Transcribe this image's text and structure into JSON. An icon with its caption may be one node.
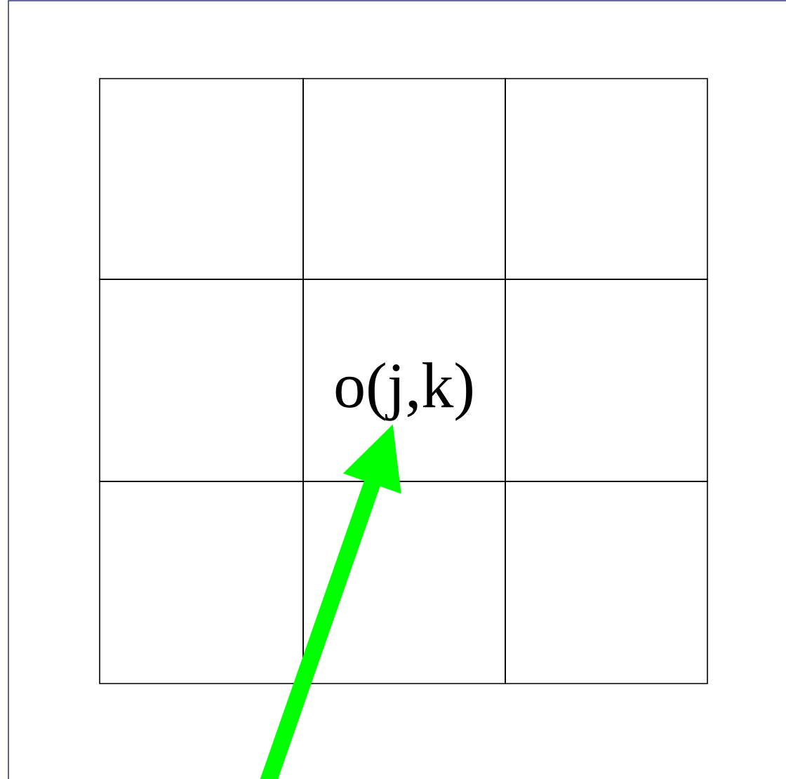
{
  "diagram": {
    "nodes": [
      {
        "text": [],
        "shape": "box"
      },
      {
        "text": [],
        "shape": "box"
      },
      {
        "text": [],
        "shape": "box"
      },
      {
        "text": [],
        "shape": "box"
      },
      {
        "text": [],
        "shape": "box"
      },
      {
        "text": [],
        "shape": "box"
      },
      {
        "text": [],
        "shape": "box"
      },
      {
        "text": [],
        "shape": "box"
      },
      {
        "text": [],
        "shape": "box"
      },
      {
        "text": [
          "o(j,k)"
        ],
        "in": 4
      }
    ],
    "edges": [
      {
        "from": null,
        "to": 9,
        "arrow": "to",
        "color": "#00ff00"
      }
    ]
  }
}
